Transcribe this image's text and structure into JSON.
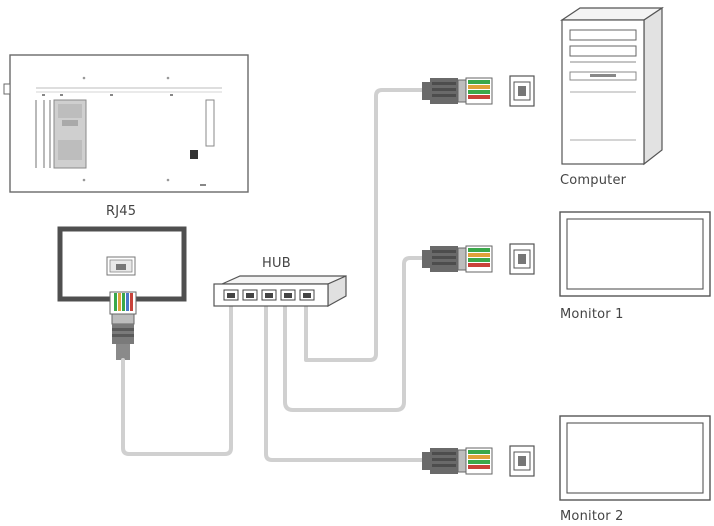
{
  "labels": {
    "rj45": "RJ45",
    "hub": "HUB",
    "computer": "Computer",
    "monitor1": "Monitor 1",
    "monitor2": "Monitor 2"
  },
  "colors": {
    "outline": "#555555",
    "cable": "#d0d0d0",
    "plug": "#666666",
    "wire_green": "#3aa84a",
    "wire_orange": "#e0a13a",
    "wire_red": "#c8423a",
    "wire_blue": "#4a78c8"
  }
}
